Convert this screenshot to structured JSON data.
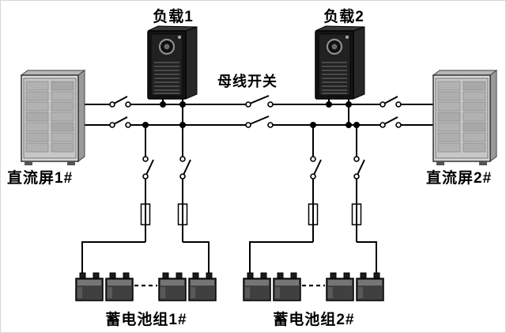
{
  "labels": {
    "load1": "负载1",
    "load2": "负载2",
    "bus_switch": "母线开关",
    "dc_panel1": "直流屏1#",
    "dc_panel2": "直流屏2#",
    "battery_group1": "蓄电池组1#",
    "battery_group2": "蓄电池组2#"
  },
  "colors": {
    "line": "#000000",
    "background": "#ffffff"
  },
  "icons": {
    "server_tower": "server-tower-icon",
    "dc_cabinet": "dc-cabinet-icon",
    "battery": "battery-icon",
    "fuse": "fuse-symbol-icon",
    "disconnect_switch": "switch-symbol-icon",
    "junction": "junction-dot"
  }
}
